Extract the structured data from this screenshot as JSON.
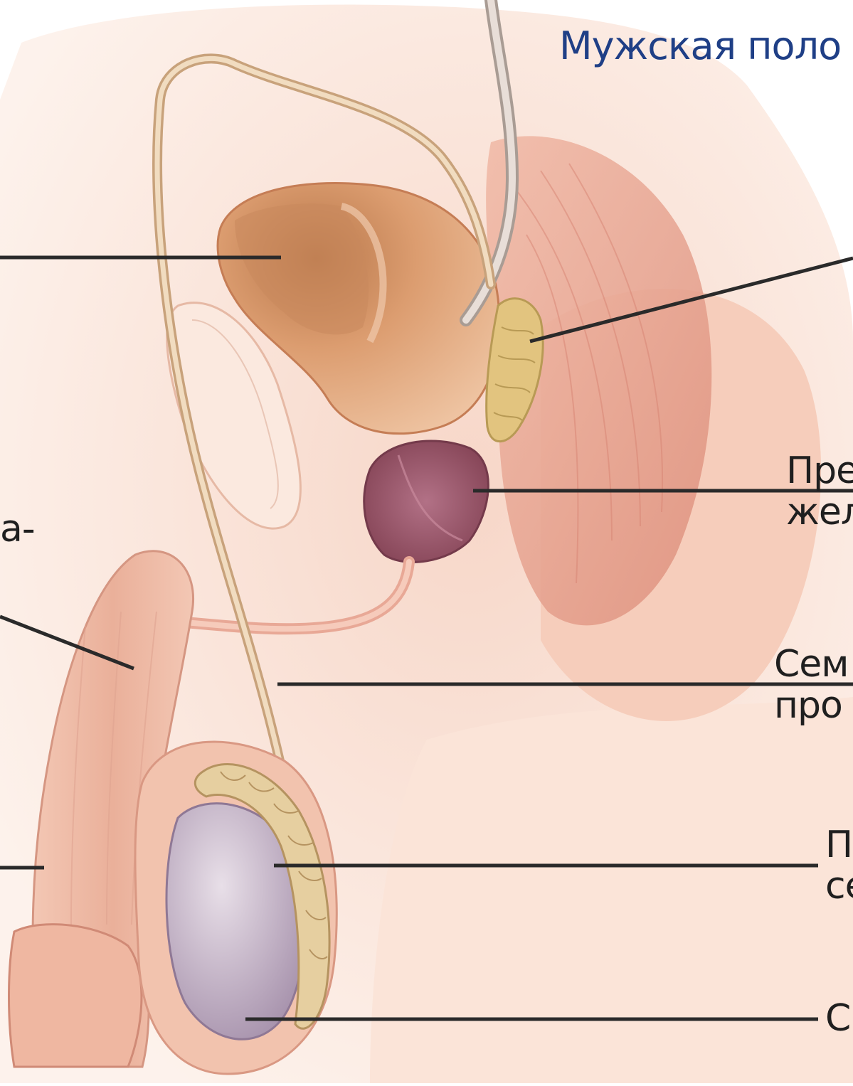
{
  "title": "Мужская поло",
  "labels": {
    "seminal_vesicle": "",
    "prostate_line1": "Пре",
    "prostate_line2": "жел",
    "vas_deferens_line1": "Сем",
    "vas_deferens_line2": "про",
    "epididymis_line1": "П",
    "epididymis_line2": "се",
    "testis": "С",
    "left_fragment": "а-"
  },
  "colors": {
    "title": "#1f3f86",
    "label_text": "#1f1f1f",
    "leader_line": "#2a2a2a",
    "skin_light": "#fbe7dc",
    "skin_mid": "#f2c3ae",
    "muscle": "#e7a18d",
    "bladder": "#d9925f",
    "prostate": "#9a5366",
    "testis": "#b8a8bf",
    "duct": "#e9c9a0",
    "gland": "#e2c47f"
  }
}
